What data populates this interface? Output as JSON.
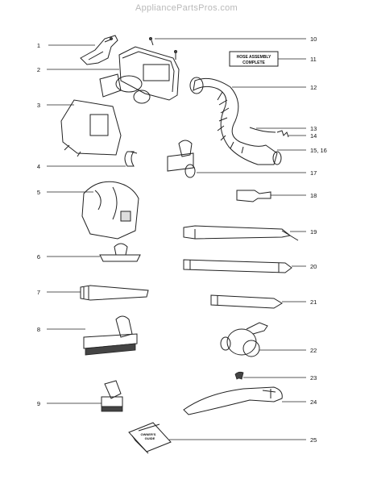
{
  "watermark": "AppliancePartsPros.com",
  "hose_label": {
    "line1": "HOSE ASSEMBLY",
    "line2": "COMPLETE"
  },
  "guide_label": {
    "line1": "OWNER'S",
    "line2": "GUIDE"
  },
  "callouts": [
    "1",
    "2",
    "3",
    "4",
    "5",
    "6",
    "7",
    "8",
    "9",
    "10",
    "11",
    "12",
    "13",
    "14",
    "15, 16",
    "17",
    "18",
    "19",
    "20",
    "21",
    "22",
    "23",
    "24",
    "25"
  ]
}
